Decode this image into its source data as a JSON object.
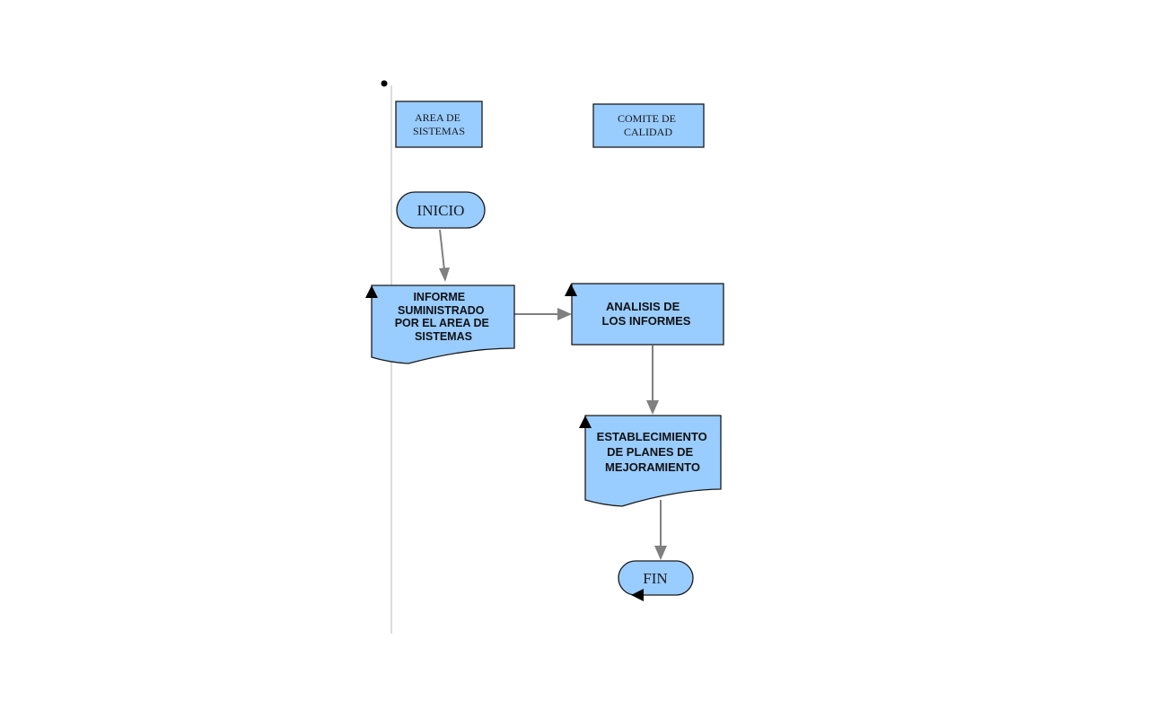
{
  "colors": {
    "shape_fill": "#99ccff",
    "shape_stroke": "#1a1a1a",
    "connector": "#808080",
    "lane_line": "#b8b8b8",
    "background": "#ffffff"
  },
  "lanes": {
    "area_sistemas": {
      "lines": [
        "AREA DE",
        "SISTEMAS"
      ]
    },
    "comite_calidad": {
      "lines": [
        "COMITE DE",
        "CALIDAD"
      ]
    }
  },
  "nodes": {
    "inicio": {
      "type": "terminator",
      "label": "INICIO"
    },
    "informe": {
      "type": "document",
      "lines": [
        "INFORME",
        "SUMINISTRADO",
        "POR EL AREA DE",
        "SISTEMAS"
      ]
    },
    "analisis": {
      "type": "process",
      "lines": [
        "ANALISIS DE",
        "LOS INFORMES"
      ]
    },
    "establecimiento": {
      "type": "document",
      "lines": [
        "ESTABLECIMIENTO",
        "DE PLANES DE",
        "MEJORAMIENTO"
      ]
    },
    "fin": {
      "type": "terminator",
      "label": "FIN"
    }
  },
  "edges": [
    {
      "from": "inicio",
      "to": "informe"
    },
    {
      "from": "informe",
      "to": "analisis"
    },
    {
      "from": "analisis",
      "to": "establecimiento"
    },
    {
      "from": "establecimiento",
      "to": "fin"
    }
  ]
}
